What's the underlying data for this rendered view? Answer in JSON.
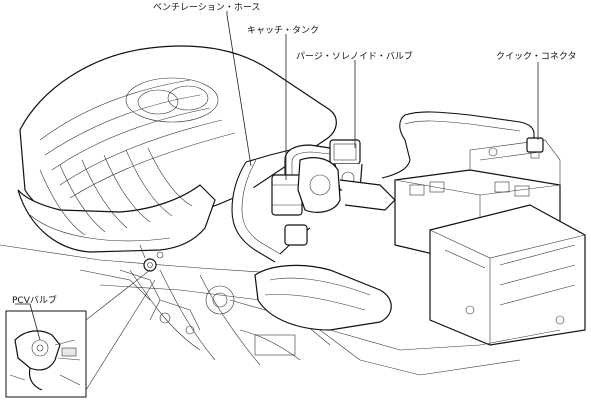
{
  "labels": {
    "ventilation_hose": "ベンチレーション・ホース",
    "catch_tank": "キャッチ・タンク",
    "purge_solenoid_valve": "パージ・ソレノイド・バルブ",
    "quick_connector": "クイック・コネクタ",
    "pcv_valve": "PCVバルブ"
  },
  "colors": {
    "line": "#111111",
    "background": "#ffffff",
    "shade": "#e8e8e8"
  }
}
